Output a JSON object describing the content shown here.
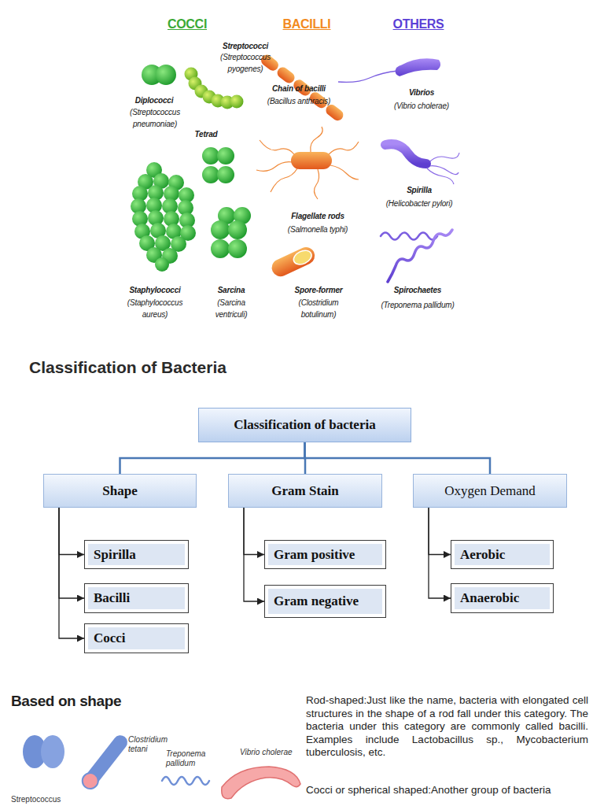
{
  "diagram": {
    "title": "Classification of Bacteria",
    "nodes": [
      {
        "text": [
          "Classification of bacteria"
        ]
      },
      {
        "text": [
          "Shape"
        ]
      },
      {
        "text": [
          "Gram Stain"
        ]
      },
      {
        "text": [
          "Oxygen Demand"
        ]
      },
      {
        "text": [
          "Spirilla"
        ]
      },
      {
        "text": [
          "Gram positive"
        ]
      },
      {
        "text": [
          "Aerobic"
        ]
      },
      {
        "text": [
          "Bacilli"
        ]
      },
      {
        "text": [
          "Gram negative"
        ]
      },
      {
        "text": [
          "Anaerobic"
        ]
      },
      {
        "text": [
          "Cocci"
        ]
      }
    ],
    "edges": [
      {
        "from": 0,
        "to": 1,
        "arrow": "none"
      },
      {
        "from": 0,
        "to": 2,
        "arrow": "none"
      },
      {
        "from": 0,
        "to": 3,
        "arrow": "none"
      },
      {
        "from": 1,
        "to": 4,
        "arrow": "to"
      },
      {
        "from": 1,
        "to": 7,
        "arrow": "to"
      },
      {
        "from": 1,
        "to": 10,
        "arrow": "to"
      },
      {
        "from": 2,
        "to": 5,
        "arrow": "to"
      },
      {
        "from": 2,
        "to": 8,
        "arrow": "to"
      },
      {
        "from": 3,
        "to": 6,
        "arrow": "to"
      },
      {
        "from": 3,
        "to": 9,
        "arrow": "to"
      }
    ],
    "labels": [
      "COCCI",
      "BACILLI",
      "OTHERS",
      "Streptococci",
      "(Streptococcus pyogenes)",
      "Diplococci",
      "(Streptococcus pneumoniae)",
      "Tetrad",
      "Staphylococci",
      "(Staphylococcus aureus)",
      "Sarcina",
      "(Sarcina ventriculi)",
      "Chain of bacilli",
      "(Bacillus anthracis)",
      "Flagellate rods",
      "(Salmonella typhi)",
      "Spore-former",
      "(Clostridium botulinum)",
      "Vibrios",
      "(Vibrio cholerae)",
      "Spirilla",
      "(Helicobacter pylori)",
      "Spirochaetes",
      "(Treponema pallidum)",
      "Based on shape",
      "Streptococcus",
      "Clostridium tetani",
      "Treponema pallidum",
      "Vibrio cholerae",
      "Rod-shaped:Just like the name, bacteria with elongated cell structures in the shape of a rod fall under this category. The bacteria under this category are commonly called bacilli. Examples include Lactobacillus sp., Mycobacterium tuberculosis, etc.",
      "Cocci or spherical shaped:Another group of bacteria"
    ]
  }
}
